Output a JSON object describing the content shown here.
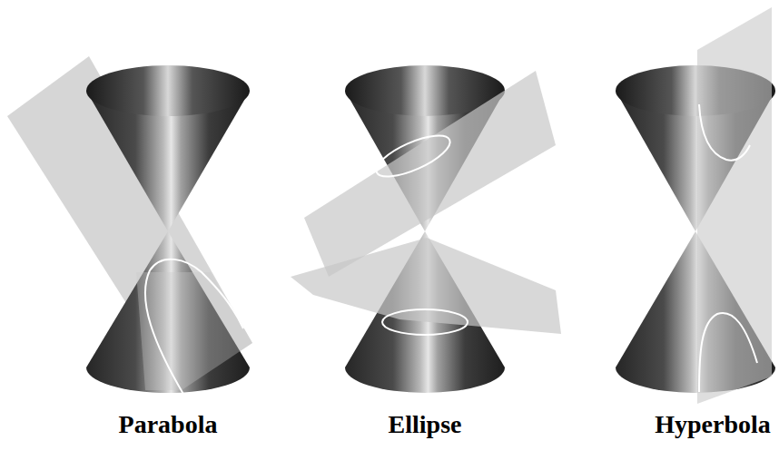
{
  "diagram": {
    "labels": [
      "Parabola",
      "Ellipse",
      "Hyperbola"
    ]
  }
}
